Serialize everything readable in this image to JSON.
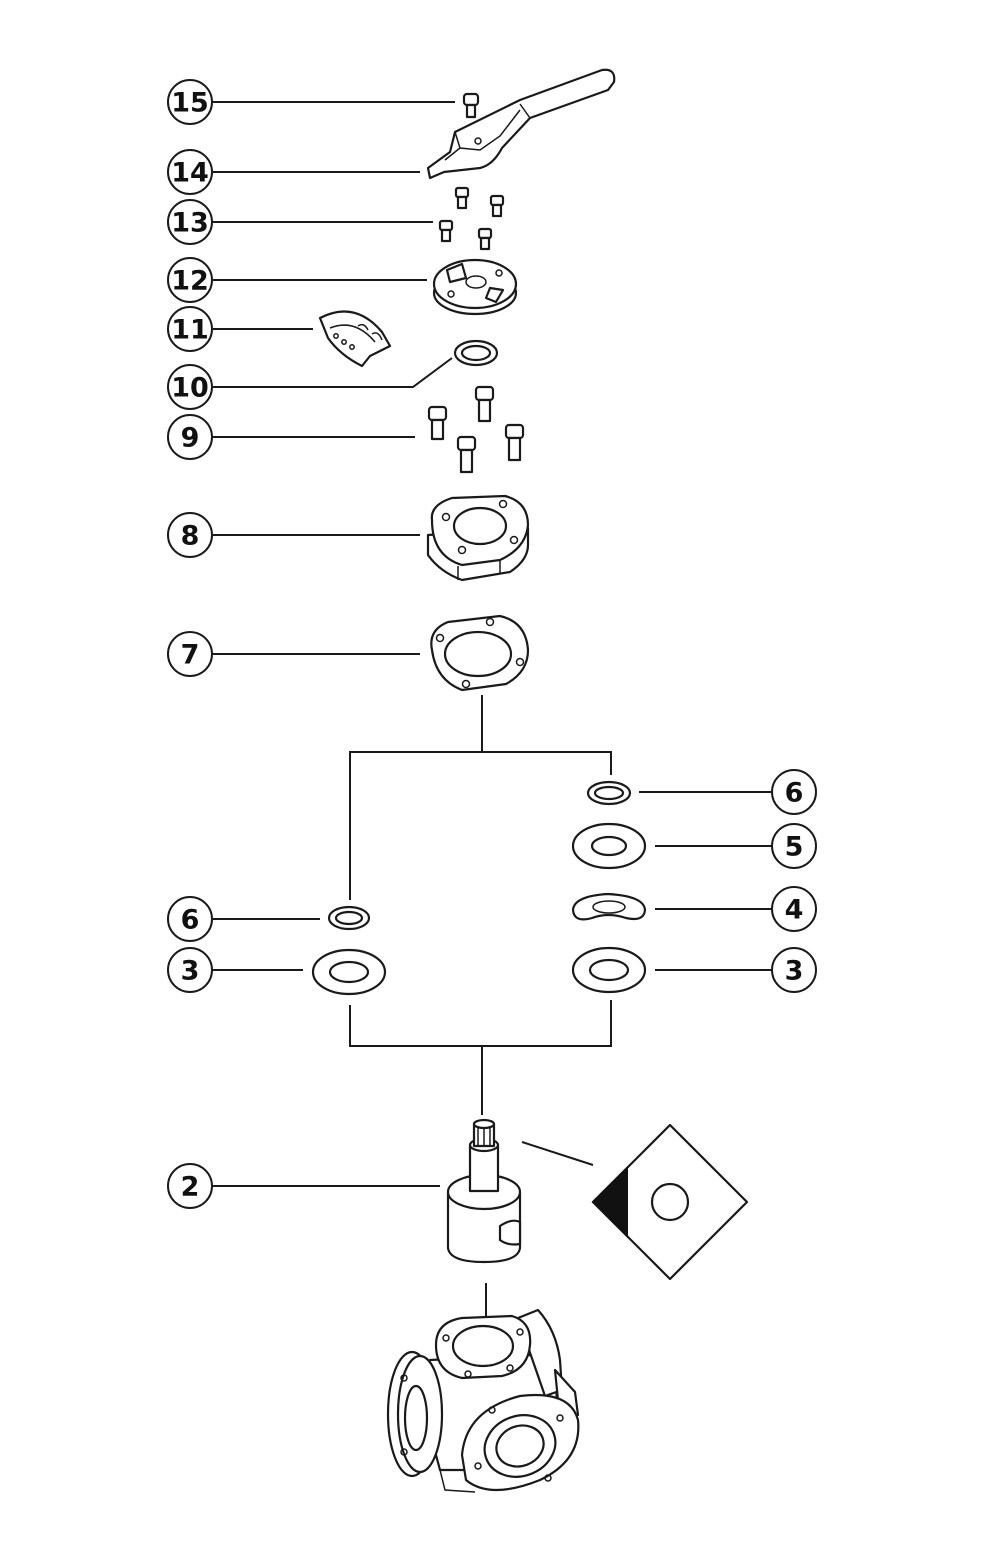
{
  "callouts": {
    "c15": "15",
    "c14": "14",
    "c13": "13",
    "c12": "12",
    "c11": "11",
    "c10": "10",
    "c9": "9",
    "c8": "8",
    "c7": "7",
    "c6_right": "6",
    "c5": "5",
    "c4": "4",
    "c3_right": "3",
    "c6_left": "6",
    "c3_left": "3",
    "c2": "2"
  },
  "colors": {
    "line": "#1a1a1a",
    "background": "#ffffff"
  }
}
